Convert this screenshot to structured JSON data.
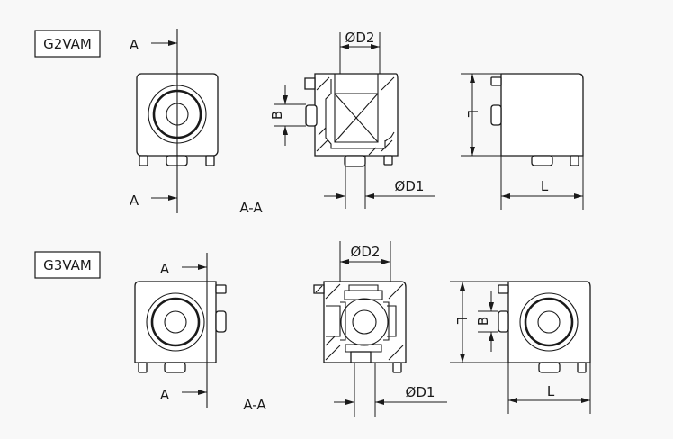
{
  "colors": {
    "background": "#f8f8f8",
    "line": "#1a1a1a",
    "part_fill": "#ffffff"
  },
  "parts": [
    {
      "name": "G2VAM",
      "section_marker_top": "A",
      "section_marker_bottom": "A",
      "section_view_label": "A-A",
      "dimensions": {
        "d2": "ØD2",
        "d1": "ØD1",
        "b": "B",
        "l_vertical": "L",
        "l_horizontal": "L"
      }
    },
    {
      "name": "G3VAM",
      "section_marker_top": "A",
      "section_marker_bottom": "A",
      "section_view_label": "A-A",
      "dimensions": {
        "d2": "ØD2",
        "d1": "ØD1",
        "b": "B",
        "l_vertical": "L",
        "l_horizontal": "L"
      }
    }
  ]
}
